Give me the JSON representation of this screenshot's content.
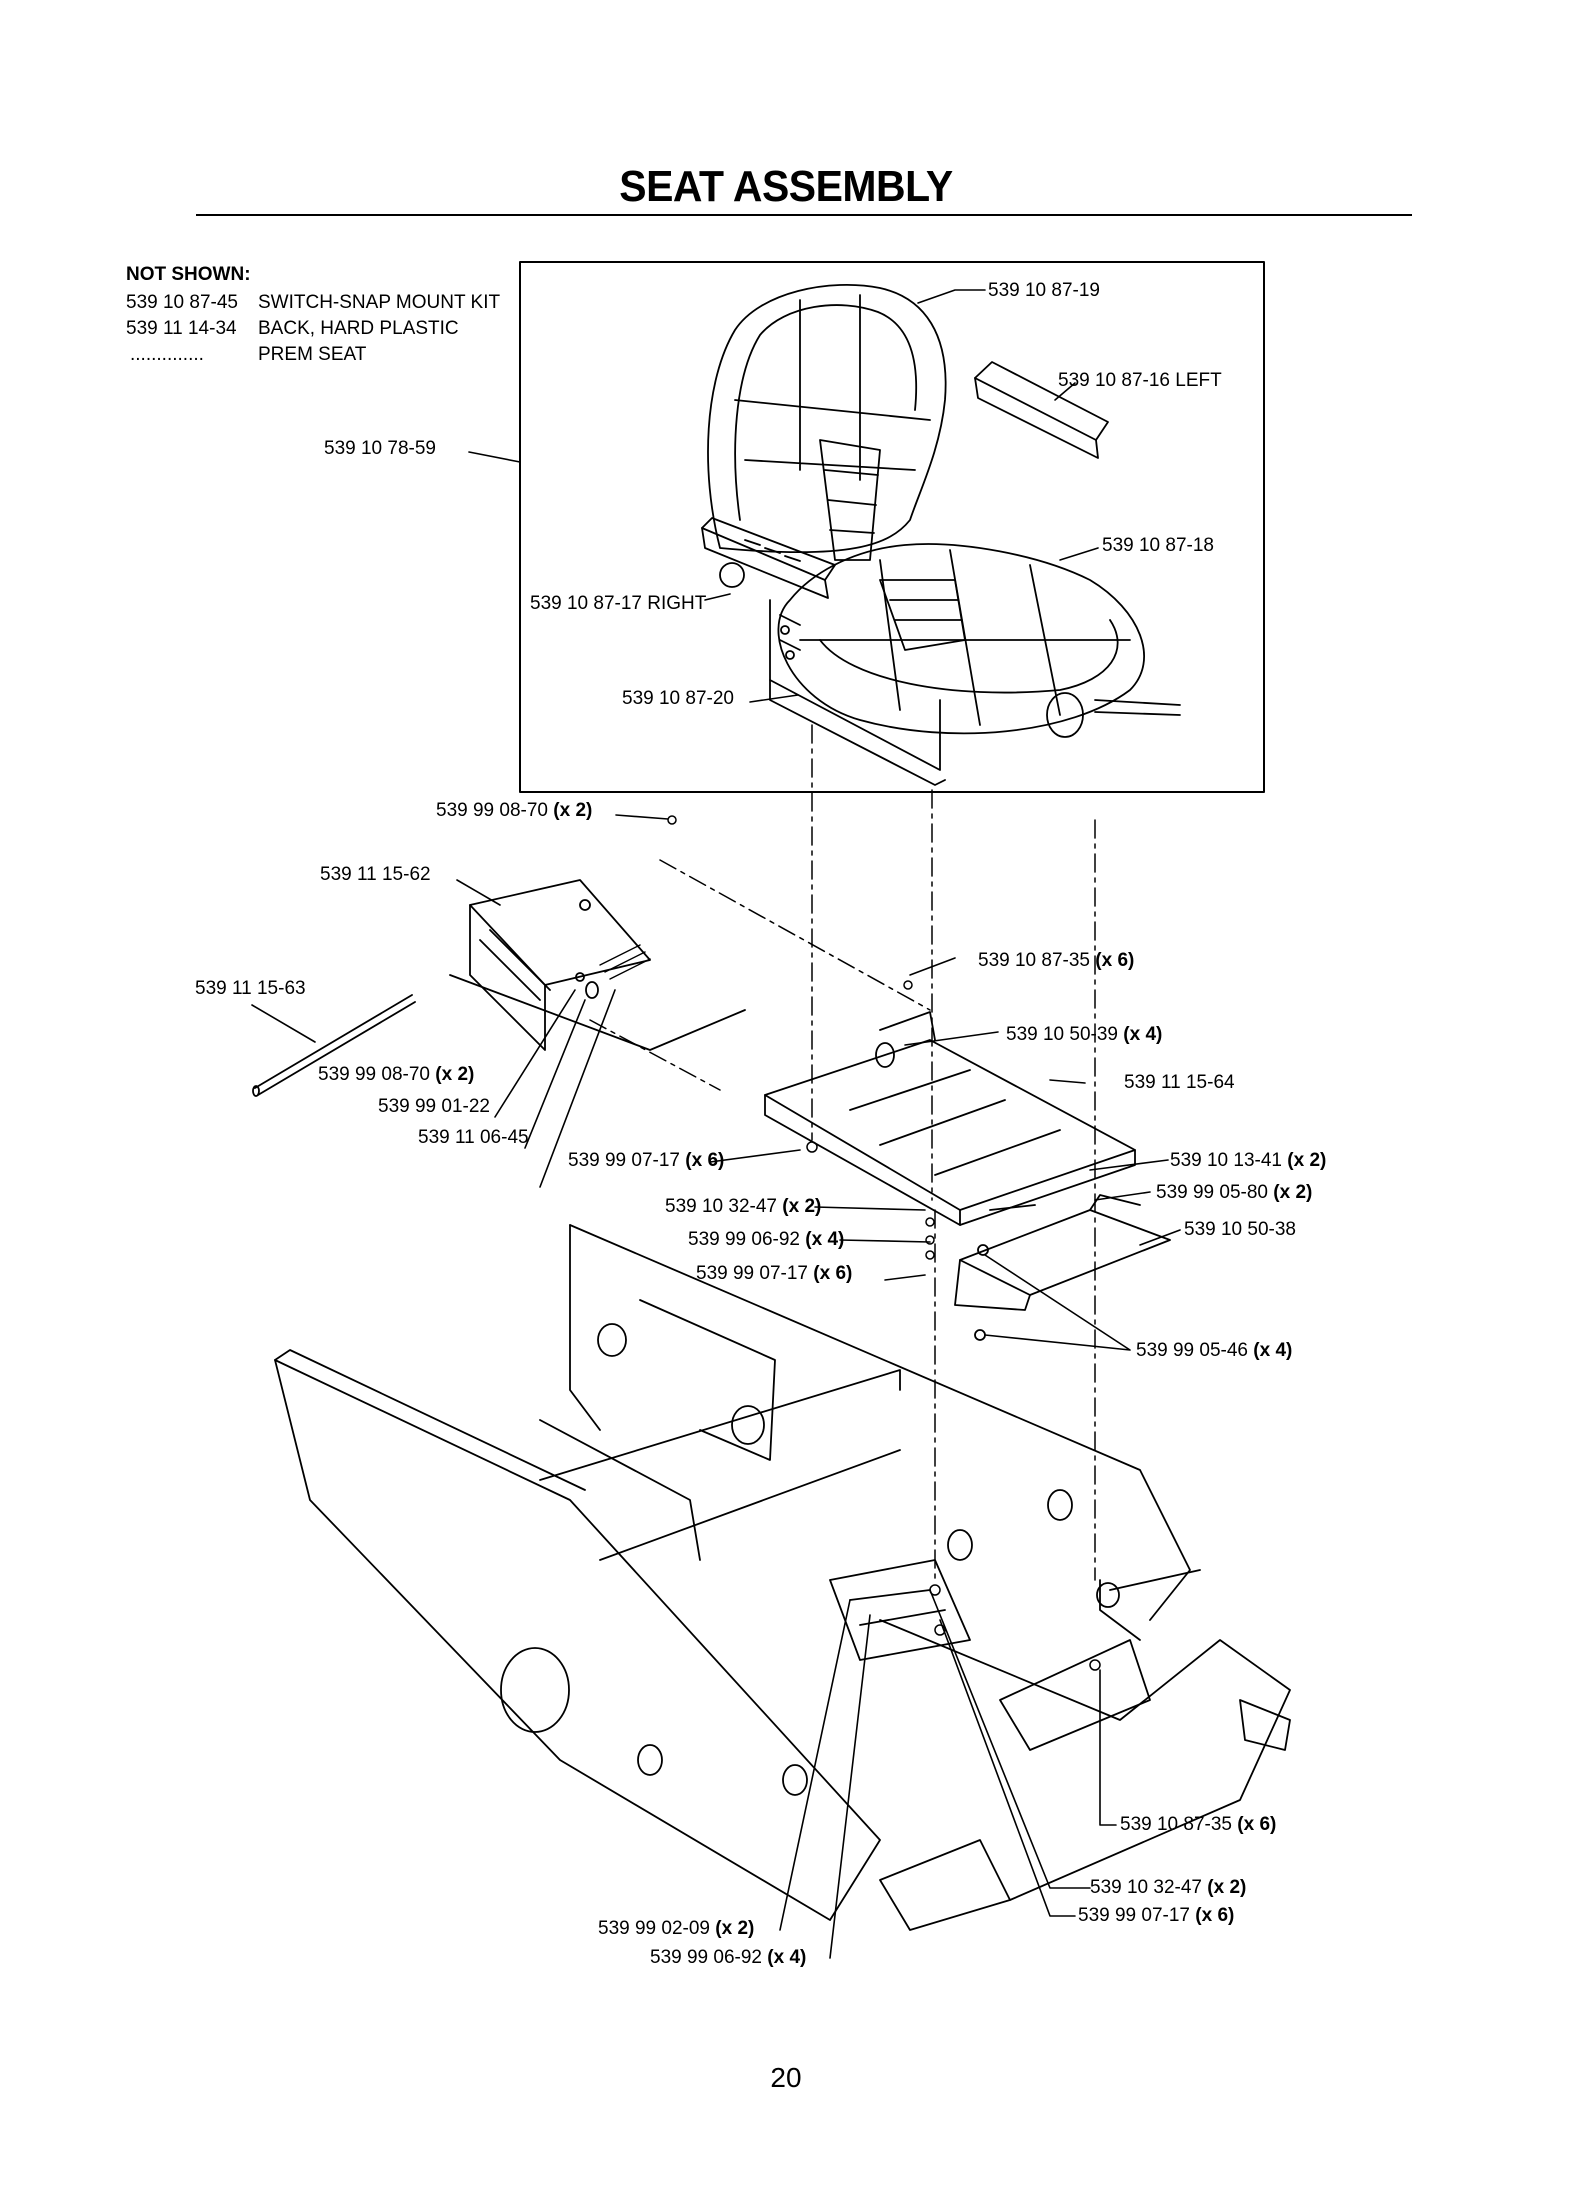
{
  "title": "SEAT ASSEMBLY",
  "not_shown": {
    "heading": "NOT SHOWN:",
    "items": [
      {
        "part": "539 10 87-45",
        "desc": "SWITCH-SNAP MOUNT KIT"
      },
      {
        "part": "539 11 14-34",
        "desc": "BACK, HARD PLASTIC"
      },
      {
        "part": "..............",
        "desc": "PREM SEAT"
      }
    ]
  },
  "callouts": [
    {
      "part": "539 10 87-19",
      "qty": ""
    },
    {
      "part": "539 10 87-16 LEFT",
      "qty": ""
    },
    {
      "part": "539 10 78-59",
      "qty": ""
    },
    {
      "part": "539 10 87-18",
      "qty": ""
    },
    {
      "part": "539 10 87-17 RIGHT",
      "qty": ""
    },
    {
      "part": "539 10 87-20",
      "qty": ""
    },
    {
      "part": "539 99 08-70",
      "qty": "(x 2)"
    },
    {
      "part": "539 11 15-62",
      "qty": ""
    },
    {
      "part": "539 10 87-35",
      "qty": "(x 6)"
    },
    {
      "part": "539 11 15-63",
      "qty": ""
    },
    {
      "part": "539 10 50-39",
      "qty": "(x 4)"
    },
    {
      "part": "539 11 15-64",
      "qty": ""
    },
    {
      "part": "539 99 08-70",
      "qty": "(x 2)"
    },
    {
      "part": "539 99 01-22",
      "qty": ""
    },
    {
      "part": "539 11 06-45",
      "qty": ""
    },
    {
      "part": "539 99 07-17",
      "qty": "(x 6)"
    },
    {
      "part": "539 10 13-41",
      "qty": "(x 2)"
    },
    {
      "part": "539 99 05-80",
      "qty": "(x 2)"
    },
    {
      "part": "539 10 32-47",
      "qty": "(x 2)"
    },
    {
      "part": "539 10 50-38",
      "qty": ""
    },
    {
      "part": "539 99 06-92",
      "qty": "(x 4)"
    },
    {
      "part": "539 99 07-17",
      "qty": "(x 6)"
    },
    {
      "part": "539 99 05-46",
      "qty": "(x 4)"
    },
    {
      "part": "539 10 87-35",
      "qty": "(x 6)"
    },
    {
      "part": "539 10 32-47",
      "qty": "(x 2)"
    },
    {
      "part": "539 99 07-17",
      "qty": "(x 6)"
    },
    {
      "part": "539 99 02-09",
      "qty": "(x 2)"
    },
    {
      "part": "539 99 06-92",
      "qty": "(x 4)"
    }
  ],
  "page_number": "20"
}
